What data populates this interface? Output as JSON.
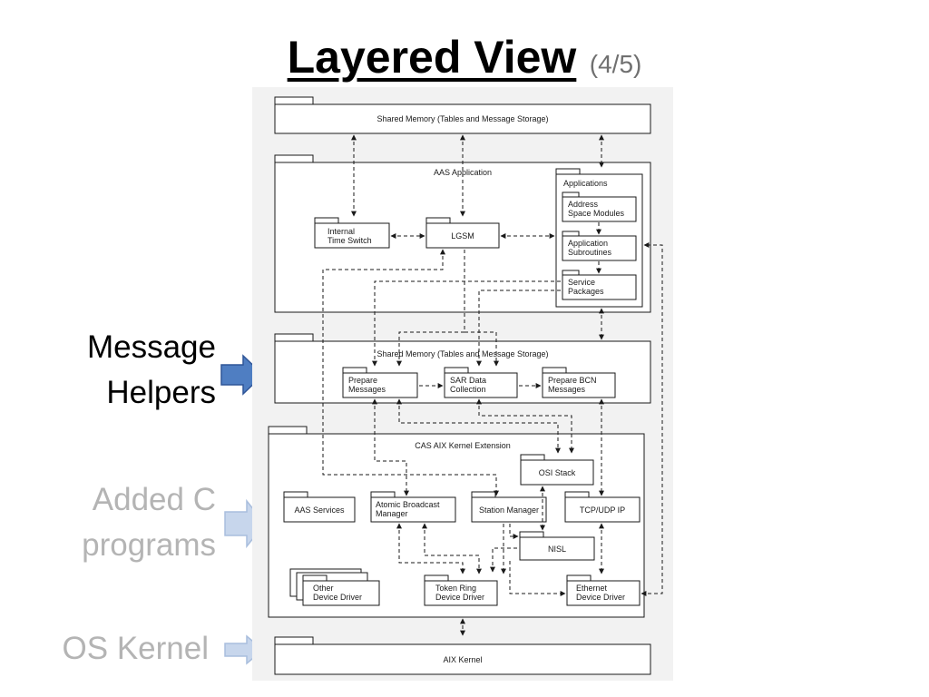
{
  "slide": {
    "title": "Layered View",
    "subtitle": "(4/5)"
  },
  "side_labels": {
    "message_helpers": [
      "Message",
      "Helpers"
    ],
    "added_c_programs": [
      "Added C",
      "programs"
    ],
    "os_kernel": "OS Kernel"
  },
  "colors": {
    "active_arrow": "#4f7ec2",
    "inactive_arrow": "#c7d6ec",
    "inactive_text": "#b4b4b4",
    "diagram_bg": "#f2f2f2"
  },
  "diagram": {
    "top_shared_memory": "Shared Memory (Tables and Message Storage)",
    "aas_application": "AAS Application",
    "internal_time_switch": [
      "Internal",
      "Time Switch"
    ],
    "lgsm": "LGSM",
    "applications": "Applications",
    "address_space_modules": [
      "Address",
      "Space Modules"
    ],
    "application_subroutines": [
      "Application",
      "Subroutines"
    ],
    "service_packages": [
      "Service",
      "Packages"
    ],
    "middle_shared_memory": "Shared Memory (Tables and Message Storage)",
    "prepare_messages": [
      "Prepare",
      "Messages"
    ],
    "sar_data_collection": [
      "SAR Data",
      "Collection"
    ],
    "prepare_bcn_messages": [
      "Prepare BCN",
      "Messages"
    ],
    "cas_aix_kernel_extension": "CAS AIX Kernel Extension",
    "osi_stack": "OSI Stack",
    "aas_services": "AAS Services",
    "atomic_broadcast_manager": [
      "Atomic Broadcast",
      "Manager"
    ],
    "station_manager": "Station Manager",
    "tcp_udp_ip": "TCP/UDP IP",
    "nisl": "NISL",
    "other_device_driver": [
      "Other",
      "Device Driver"
    ],
    "token_ring_device_driver": [
      "Token Ring",
      "Device Driver"
    ],
    "ethernet_device_driver": [
      "Ethernet",
      "Device Driver"
    ],
    "aix_kernel": "AIX Kernel"
  }
}
